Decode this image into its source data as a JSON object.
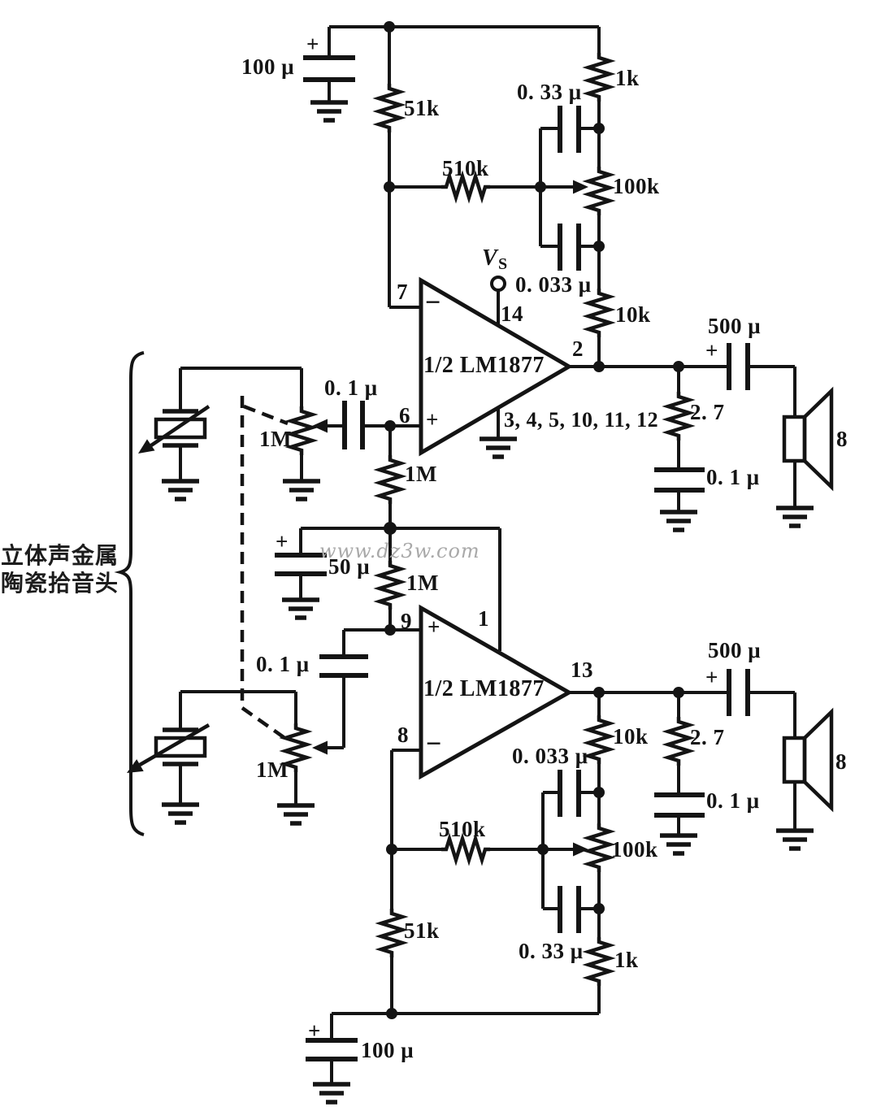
{
  "caption": {
    "line1": "立体声金属",
    "line2": "陶瓷拾音头"
  },
  "watermark": "www.dz3w.com",
  "marks": {
    "plus": "+",
    "minus": "−"
  },
  "supply": {
    "name": "V",
    "sub": "S"
  },
  "amp1": {
    "label": "1/2 LM1877",
    "pin_inv": "7",
    "pin_noninv": "6",
    "pin_supply": "14",
    "pin_out": "2",
    "pins_gnd": "3, 4, 5, 10, 11, 12"
  },
  "amp2": {
    "label": "1/2 LM1877",
    "pin_noninv": "9",
    "pin_inv": "8",
    "pin_bias": "1",
    "pin_out": "13"
  },
  "ch1": {
    "c_supply": "100 μ",
    "r_bias": "51k",
    "r_fb": "510k",
    "c_fb_top": "0. 33 μ",
    "r_top": "1k",
    "pot_tone": "100k",
    "c_fb_bot": "0. 033 μ",
    "r_bot": "10k",
    "c_out": "500 μ",
    "r_snub": "2. 7",
    "c_snub": "0. 1 μ",
    "speaker": "8",
    "c_in": "0. 1 μ",
    "pot_vol": "1M",
    "r_in": "1M",
    "c_bypass": "50 μ",
    "r_in2": "1M"
  },
  "ch2": {
    "r_bot": "10k",
    "c_fb_bot": "0. 033 μ",
    "pot_tone": "100k",
    "r_fb": "510k",
    "c_fb_top": "0. 33 μ",
    "r_top": "1k",
    "r_bias": "51k",
    "c_supply": "100 μ",
    "c_out": "500 μ",
    "r_snub": "2. 7",
    "c_snub": "0. 1 μ",
    "speaker": "8",
    "c_in": "0. 1 μ",
    "pot_vol": "1M"
  }
}
